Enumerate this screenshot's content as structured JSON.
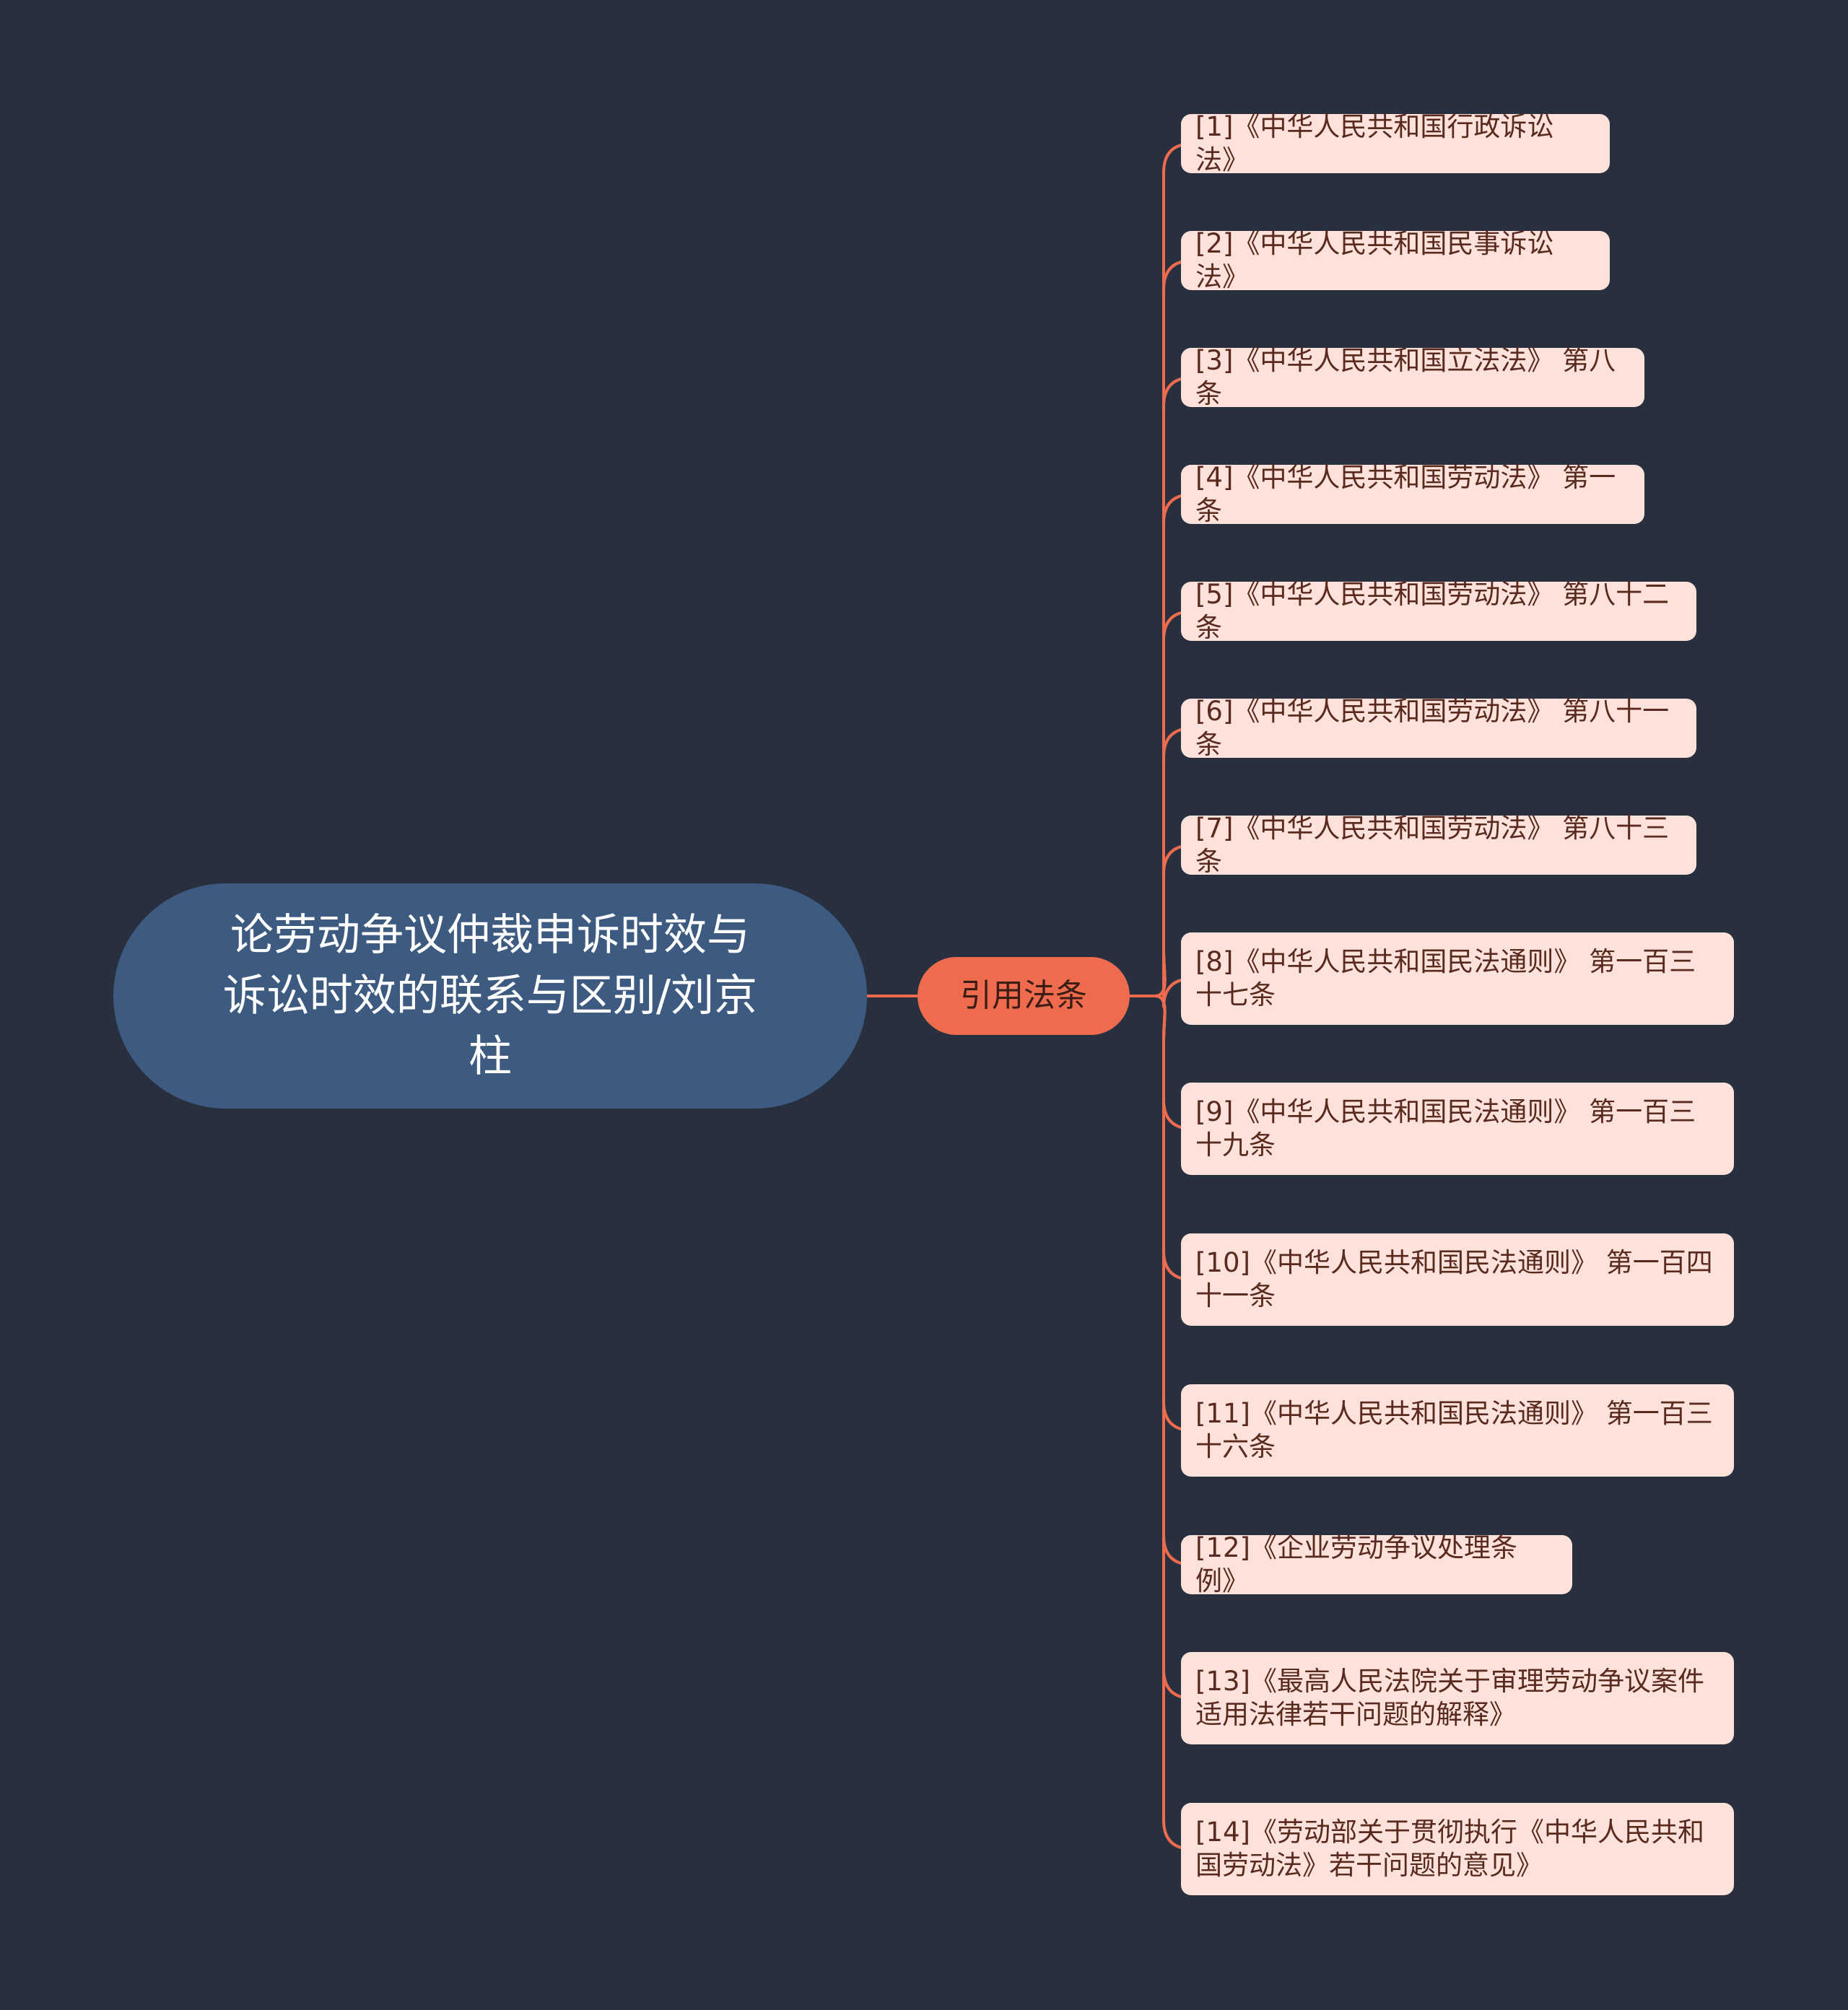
{
  "mindmap": {
    "root": {
      "label": "论劳动争议仲裁申诉时效与诉讼时效的联系与区别/刘京柱"
    },
    "branch": {
      "label": "引用法条"
    },
    "leaves": [
      {
        "label": "[1]《中华人民共和国行政诉讼法》"
      },
      {
        "label": "[2]《中华人民共和国民事诉讼法》"
      },
      {
        "label": "[3]《中华人民共和国立法法》 第八条"
      },
      {
        "label": "[4]《中华人民共和国劳动法》 第一条"
      },
      {
        "label": "[5]《中华人民共和国劳动法》 第八十二条"
      },
      {
        "label": "[6]《中华人民共和国劳动法》 第八十一条"
      },
      {
        "label": "[7]《中华人民共和国劳动法》 第八十三条"
      },
      {
        "label": "[8]《中华人民共和国民法通则》 第一百三十七条"
      },
      {
        "label": "[9]《中华人民共和国民法通则》 第一百三十九条"
      },
      {
        "label": "[10]《中华人民共和国民法通则》 第一百四十一条"
      },
      {
        "label": "[11]《中华人民共和国民法通则》 第一百三十六条"
      },
      {
        "label": "[12]《企业劳动争议处理条例》"
      },
      {
        "label": "[13]《最高人民法院关于审理劳动争议案件适用法律若干问题的解释》"
      },
      {
        "label": "[14]《劳动部关于贯彻执行《中华人民共和国劳动法》若干问题的意见》"
      }
    ]
  },
  "colors": {
    "background": "#283040",
    "root_fill": "#3d5a80",
    "branch_fill": "#ee6c4d",
    "leaf_fill": "#fde2dc",
    "connector": "#ee6c4d"
  }
}
